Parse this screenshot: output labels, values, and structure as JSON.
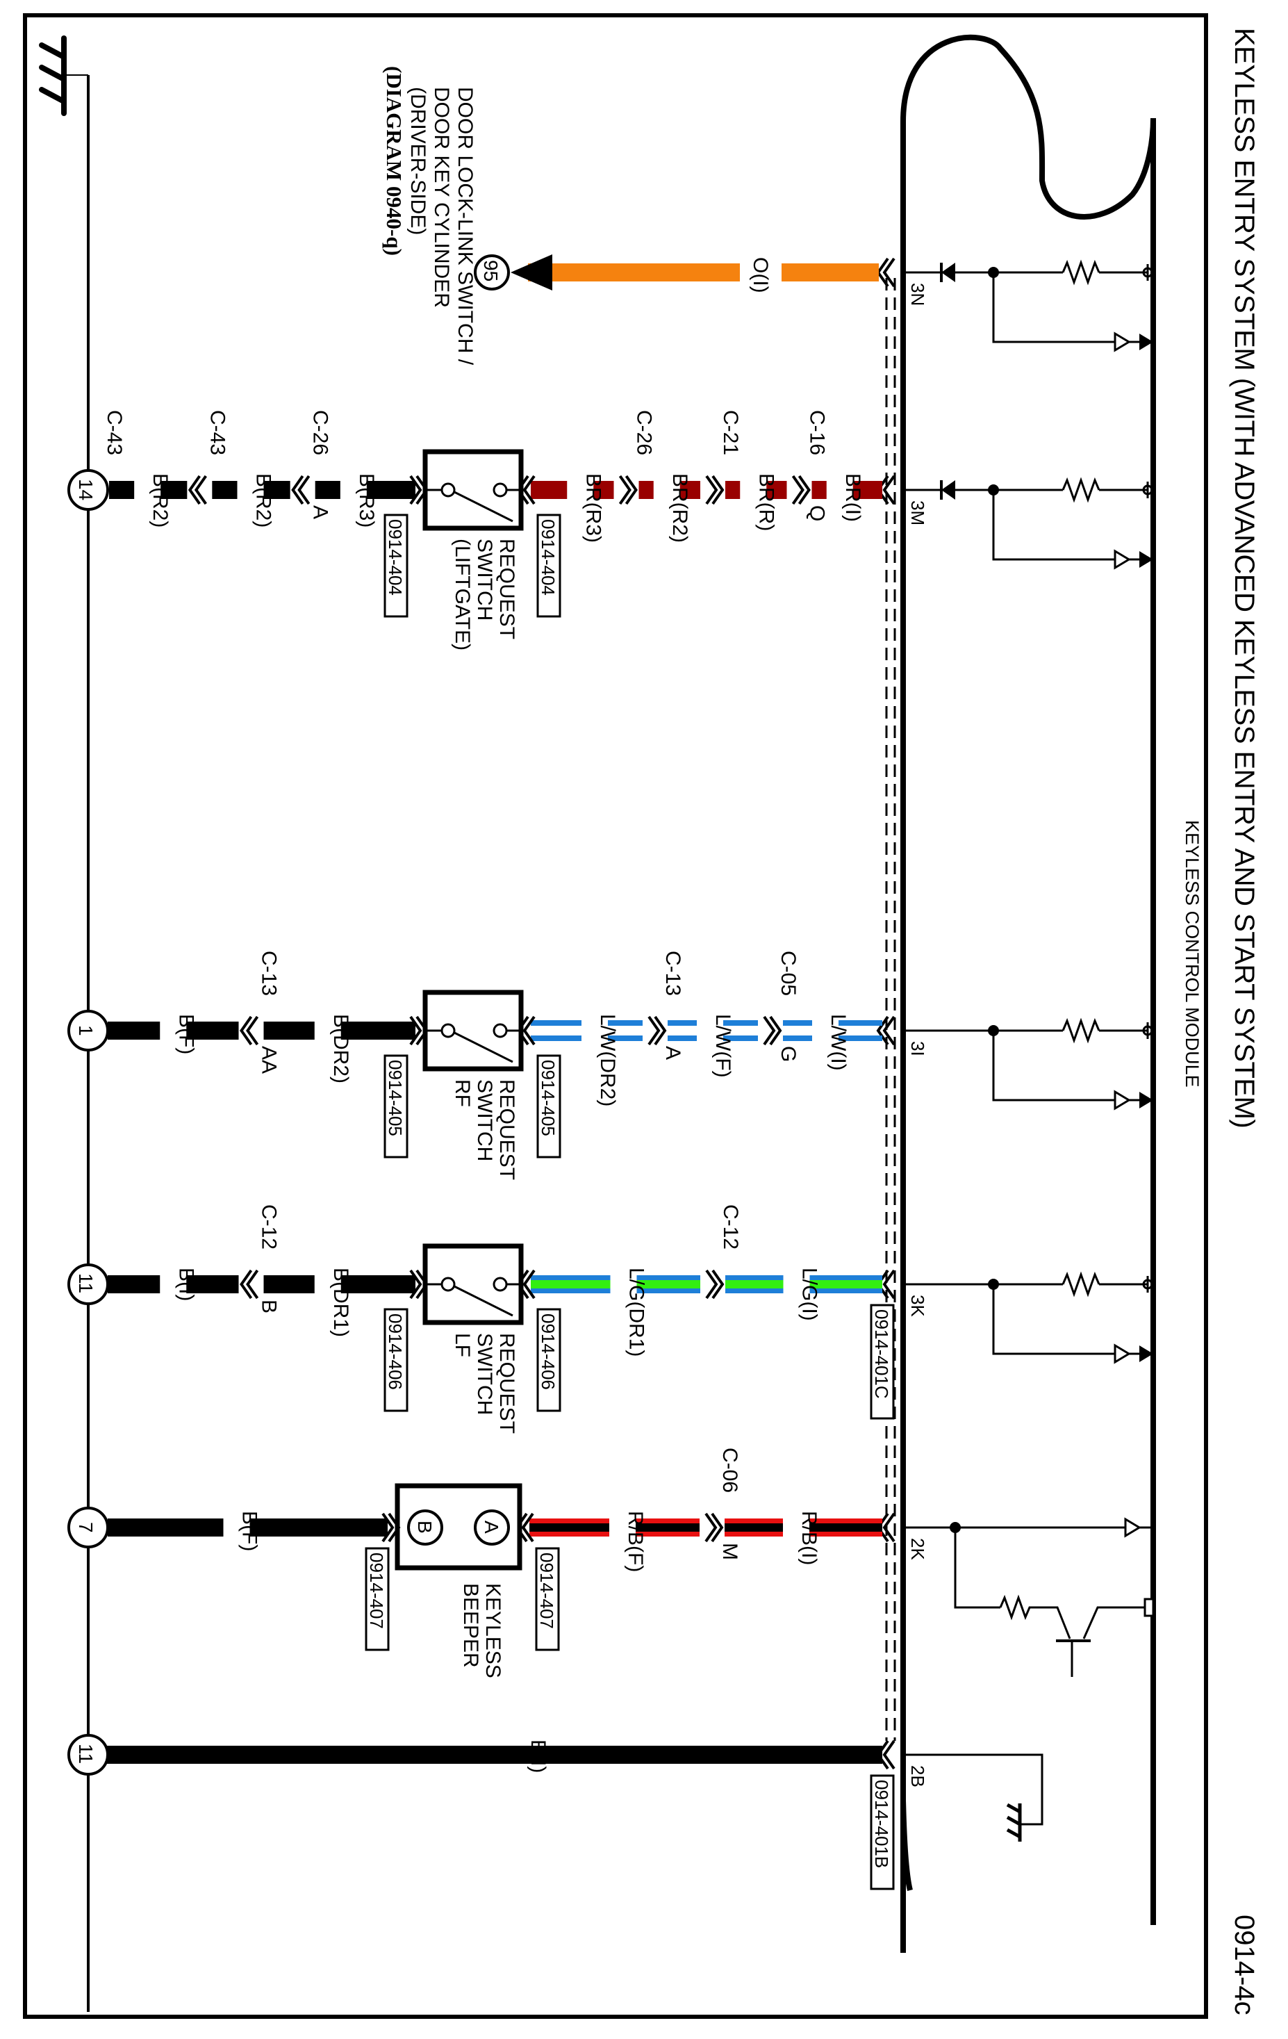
{
  "title": "KEYLESS ENTRY SYSTEM (WITH ADVANCED KEYLESS ENTRY AND START SYSTEM)",
  "page_code": "0914-4c",
  "module": {
    "name": "KEYLESS CONTROL MODULE",
    "connector_labels": [
      "0914-401C",
      "0914-401B"
    ]
  },
  "colors": {
    "orange": "#f5820f",
    "brown_red": "#990000",
    "light_blue": "#1e7fd8",
    "green": "#33ee11",
    "red": "#e81010",
    "black": "#000000"
  },
  "circuits": [
    {
      "pin": "3N",
      "wire_color": "orange",
      "stripe": null,
      "internal": "diode-pullup-input",
      "segments": [
        {
          "label": "O(I)",
          "connector": null,
          "connector_pin": null
        }
      ],
      "end": {
        "type": "reference",
        "number": "95",
        "description": [
          "DOOR LOCK-LINK SWITCH /",
          "DOOR KEY CYLINDER",
          "(DRIVER-SIDE)"
        ],
        "diagram_ref": "(DIAGRAM 0940-q)"
      }
    },
    {
      "pin": "3M",
      "wire_color": "brown_red",
      "stripe": null,
      "internal": "diode-pullup-input",
      "segments": [
        {
          "label": "BR(I)",
          "connector": "C-16",
          "connector_pin": "Q"
        },
        {
          "label": "BR(R)",
          "connector": "C-21",
          "connector_pin": ""
        },
        {
          "label": "BR(R2)",
          "connector": "C-26",
          "connector_pin": ""
        },
        {
          "label": "BR(R3)",
          "connector": null,
          "connector_pin": null
        }
      ],
      "component": {
        "name": [
          "REQUEST",
          "SWITCH",
          "(LIFTGATE)"
        ],
        "type": "switch",
        "connector_in": "0914-404",
        "connector_out": "0914-404"
      },
      "ground_segments": [
        {
          "label": "B(R3)",
          "connector": "C-26",
          "connector_pin": "A"
        },
        {
          "label": "B(R2)",
          "connector": "C-43",
          "connector_pin": ""
        },
        {
          "label": "B(R2)",
          "connector": "C-43",
          "connector_pin": ""
        }
      ],
      "splice": "14"
    },
    {
      "pin": "3I",
      "wire_color": "light_blue",
      "stripe": "white",
      "internal": "pullup-input",
      "segments": [
        {
          "label": "L/W(I)",
          "connector": "C-05",
          "connector_pin": "G"
        },
        {
          "label": "L/W(F)",
          "connector": "C-13",
          "connector_pin": "A"
        },
        {
          "label": "L/W(DR2)",
          "connector": null,
          "connector_pin": null
        }
      ],
      "component": {
        "name": [
          "REQUEST",
          "SWITCH",
          "RF"
        ],
        "type": "switch",
        "connector_in": "0914-405",
        "connector_out": "0914-405"
      },
      "ground_segments": [
        {
          "label": "B(DR2)",
          "connector": "C-13",
          "connector_pin": "AA"
        },
        {
          "label": "B(F)",
          "connector": null,
          "connector_pin": null
        }
      ],
      "splice": "1"
    },
    {
      "pin": "3K",
      "wire_color": "light_blue",
      "stripe": "green",
      "internal": "pullup-input",
      "module_connector": "0914-401C",
      "segments": [
        {
          "label": "L/G(I)",
          "connector": "C-12",
          "connector_pin": ""
        },
        {
          "label": "L/G(DR1)",
          "connector": null,
          "connector_pin": null
        }
      ],
      "component": {
        "name": [
          "REQUEST",
          "SWITCH",
          "LF"
        ],
        "type": "switch",
        "connector_in": "0914-406",
        "connector_out": "0914-406"
      },
      "ground_segments": [
        {
          "label": "B(DR1)",
          "connector": "C-12",
          "connector_pin": "B"
        },
        {
          "label": "B(I)",
          "connector": null,
          "connector_pin": null
        }
      ],
      "splice": "11"
    },
    {
      "pin": "2K",
      "wire_color": "red",
      "stripe": "black",
      "internal": "transistor-driver",
      "segments": [
        {
          "label": "R/B(I)",
          "connector": "C-06",
          "connector_pin": "M"
        },
        {
          "label": "R/B(F)",
          "connector": null,
          "connector_pin": null
        }
      ],
      "component": {
        "name": [
          "KEYLESS",
          "BEEPER"
        ],
        "type": "beeper",
        "terminal_a": "A",
        "terminal_b": "B",
        "connector_in": "0914-407",
        "connector_out": "0914-407"
      },
      "ground_segments": [
        {
          "label": "B(F)",
          "connector": null,
          "connector_pin": null
        }
      ],
      "splice": "7"
    },
    {
      "pin": "2B",
      "wire_color": "black",
      "stripe": null,
      "internal": "ground",
      "module_connector": "0914-401B",
      "ground_segments": [
        {
          "label": "B(I)",
          "connector": null,
          "connector_pin": null
        }
      ],
      "splice": "11"
    }
  ]
}
